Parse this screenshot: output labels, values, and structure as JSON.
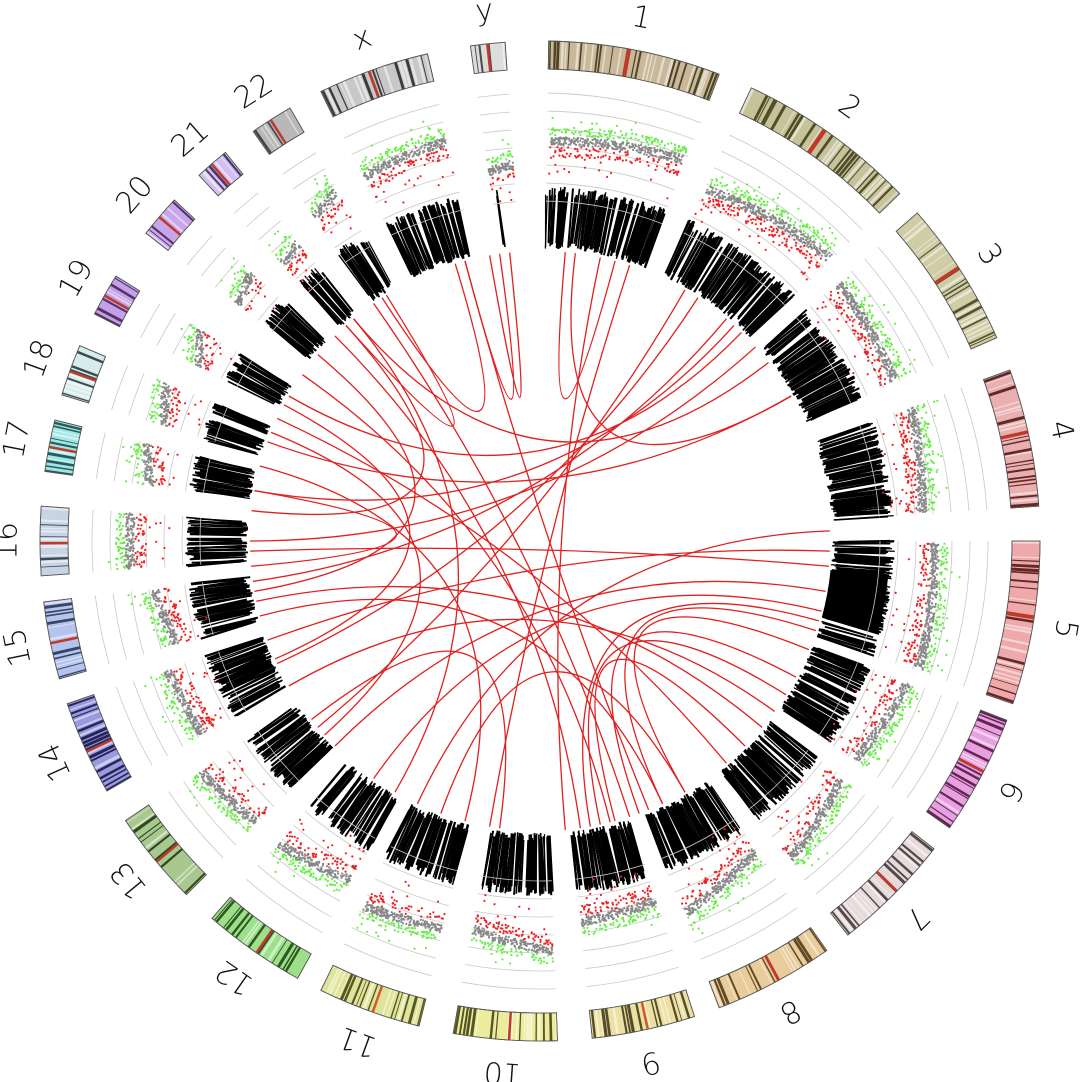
{
  "chart_data": {
    "type": "circos",
    "title": "",
    "center": [
      540,
      541
    ],
    "tracks": {
      "ideogram": {
        "r_inner": 472,
        "r_outer": 500,
        "label_radius": 532
      },
      "scatter": {
        "r_inner": 340,
        "r_outer": 448,
        "gridlines": 7,
        "colors": {
          "gain": "#66ee44",
          "neutral": "#888888",
          "loss": "#ee2222"
        }
      },
      "bars": {
        "r_inner": 292,
        "r_outer": 355,
        "color": "#000000"
      },
      "links": {
        "radius": 290,
        "color": "#e02020"
      }
    },
    "chromosomes": [
      {
        "name": "1",
        "start": 1,
        "end": 21,
        "color": "#c9b99a",
        "dark": "#3a2e14",
        "cen": "#c0392b",
        "profile": [
          0.55,
          0.62
        ]
      },
      {
        "name": "2",
        "start": 25,
        "end": 46,
        "color": "#c6c29a",
        "dark": "#3a3a14",
        "cen": "#c0392b",
        "profile": [
          0.45,
          0.6
        ]
      },
      {
        "name": "3",
        "start": 49,
        "end": 66,
        "color": "#cfcca6",
        "dark": "#3d3a1a",
        "cen": "#c0392b",
        "profile": [
          0.5,
          0.45
        ]
      },
      {
        "name": "4",
        "start": 70,
        "end": 86,
        "color": "#e8b0b0",
        "dark": "#4a1010",
        "cen": "#c0392b",
        "profile": [
          0.5,
          0.4
        ]
      },
      {
        "name": "5",
        "start": 90,
        "end": 109,
        "color": "#eeaaaa",
        "dark": "#4a1010",
        "cen": "#c0392b",
        "profile": [
          0.5,
          0.55
        ]
      },
      {
        "name": "6",
        "start": 111,
        "end": 125,
        "color": "#e8a0e0",
        "dark": "#4a103a",
        "cen": "#c0392b",
        "profile": [
          0.5,
          0.4
        ]
      },
      {
        "name": "7",
        "start": 128,
        "end": 142,
        "color": "#e6dada",
        "dark": "#3a2e2e",
        "cen": "#c0392b",
        "profile": [
          0.4,
          0.6
        ]
      },
      {
        "name": "8",
        "start": 145,
        "end": 159,
        "color": "#e8cc9c",
        "dark": "#4a3210",
        "cen": "#c0392b",
        "profile": [
          0.35,
          0.55
        ]
      },
      {
        "name": "9",
        "start": 162,
        "end": 174,
        "color": "#ece0a4",
        "dark": "#3a3214",
        "cen": "#d25a2b",
        "profile": [
          0.35,
          0.4
        ]
      },
      {
        "name": "10",
        "start": 178,
        "end": 190,
        "color": "#ecec9c",
        "dark": "#3a3a10",
        "cen": "#c0392b",
        "profile": [
          0.65,
          0.5
        ]
      },
      {
        "name": "11",
        "start": 194,
        "end": 206,
        "color": "#e0e49a",
        "dark": "#3a4010",
        "cen": "#d25a2b",
        "profile": [
          0.55,
          0.6
        ]
      },
      {
        "name": "12",
        "start": 209,
        "end": 221,
        "color": "#9ee08a",
        "dark": "#1a4010",
        "cen": "#c0392b",
        "profile": [
          0.45,
          0.55
        ]
      },
      {
        "name": "13",
        "start": 225,
        "end": 236,
        "color": "#a8c890",
        "dark": "#1a3010",
        "cen": "#c0392b",
        "profile": [
          0.55,
          0.65
        ]
      },
      {
        "name": "14",
        "start": 240,
        "end": 251,
        "color": "#9a9ae0",
        "dark": "#101040",
        "cen": "#c0392b",
        "profile": [
          0.45,
          0.5
        ]
      },
      {
        "name": "15",
        "start": 254,
        "end": 263,
        "color": "#b4c4ec",
        "dark": "#203050",
        "cen": "#c0392b",
        "profile": [
          0.35,
          0.45
        ]
      },
      {
        "name": "16",
        "start": 266,
        "end": 274,
        "color": "#c8d4e4",
        "dark": "#203040",
        "cen": "#c0392b",
        "profile": [
          0.65,
          0.65
        ]
      },
      {
        "name": "17",
        "start": 278,
        "end": 284,
        "color": "#9ee6e6",
        "dark": "#1a4040",
        "cen": "#c0392b",
        "profile": [
          0.5,
          0.6
        ]
      },
      {
        "name": "18",
        "start": 287,
        "end": 293,
        "color": "#d8ecec",
        "dark": "#203030",
        "cen": "#c0392b",
        "profile": [
          0.5,
          0.6
        ]
      },
      {
        "name": "19",
        "start": 297,
        "end": 302,
        "color": "#c4a0e8",
        "dark": "#402050",
        "cen": "#c0392b",
        "profile": [
          0.4,
          0.55
        ]
      },
      {
        "name": "20",
        "start": 308,
        "end": 313,
        "color": "#c8a6ec",
        "dark": "#402050",
        "cen": "#c0392b",
        "profile": [
          0.4,
          0.5
        ]
      },
      {
        "name": "21",
        "start": 317,
        "end": 321,
        "color": "#d4c0f0",
        "dark": "#302050",
        "cen": "#c0392b",
        "profile": [
          0.35,
          0.4
        ]
      },
      {
        "name": "22",
        "start": 325,
        "end": 330,
        "color": "#b8b8b8",
        "dark": "#303030",
        "cen": "#c0392b",
        "profile": [
          0.5,
          0.6
        ]
      },
      {
        "name": "x",
        "start": 334,
        "end": 347,
        "color": "#c8c8c8",
        "dark": "#222222",
        "cen": "#c0392b",
        "profile": [
          0.6,
          0.65
        ]
      },
      {
        "name": "y",
        "start": 352,
        "end": 356,
        "color": "#dddddd",
        "dark": "#333333",
        "cen": "#c0392b",
        "profile": [
          0.3,
          0.35
        ]
      }
    ],
    "links": [
      [
        5,
        15
      ],
      [
        7,
        60
      ],
      [
        12,
        175
      ],
      [
        18,
        190
      ],
      [
        30,
        230
      ],
      [
        33,
        245
      ],
      [
        40,
        262
      ],
      [
        42,
        280
      ],
      [
        44,
        300
      ],
      [
        48,
        270
      ],
      [
        52,
        320
      ],
      [
        60,
        290
      ],
      [
        88,
        205
      ],
      [
        92,
        250
      ],
      [
        95,
        268
      ],
      [
        100,
        225
      ],
      [
        104,
        215
      ],
      [
        106,
        170
      ],
      [
        108,
        155
      ],
      [
        112,
        150
      ],
      [
        118,
        160
      ],
      [
        122,
        168
      ],
      [
        126,
        240
      ],
      [
        130,
        258
      ],
      [
        135,
        165
      ],
      [
        140,
        295
      ],
      [
        150,
        200
      ],
      [
        155,
        255
      ],
      [
        158,
        345
      ],
      [
        162,
        325
      ],
      [
        166,
        305
      ],
      [
        172,
        315
      ],
      [
        188,
        232
      ],
      [
        195,
        285
      ],
      [
        210,
        320
      ],
      [
        228,
        292
      ],
      [
        246,
        298
      ],
      [
        260,
        310
      ],
      [
        265,
        280
      ],
      [
        276,
        318
      ],
      [
        318,
        328
      ],
      [
        327,
        343
      ],
      [
        345,
        352
      ],
      [
        350,
        354
      ]
    ]
  }
}
